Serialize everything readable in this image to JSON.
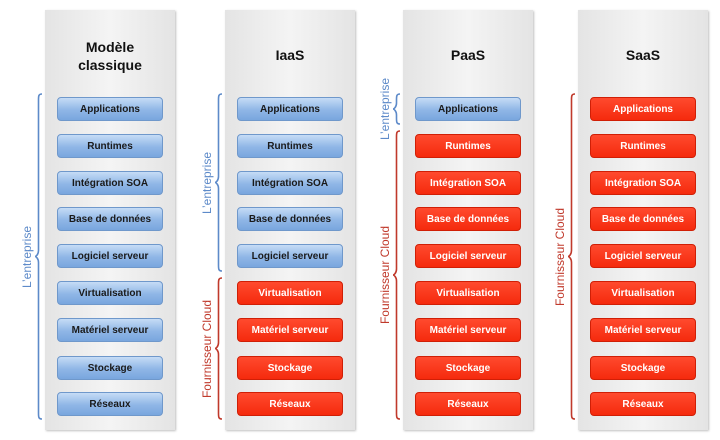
{
  "colors": {
    "enterprise": "#5d8ac9",
    "provider": "#c0392b",
    "blue_box": "#8fb6e6",
    "red_box": "#f52a0d"
  },
  "layers": [
    "Applications",
    "Runtimes",
    "Intégration SOA",
    "Base de données",
    "Logiciel serveur",
    "Virtualisation",
    "Matériel serveur",
    "Stockage",
    "Réseaux"
  ],
  "columns": [
    {
      "title_line1": "Modèle",
      "title_line2": "classique",
      "managed_by_enterprise": 9,
      "enterprise_label": "L’entreprise",
      "provider_label": ""
    },
    {
      "title_line1": "IaaS",
      "title_line2": "",
      "managed_by_enterprise": 5,
      "enterprise_label": "L’entreprise",
      "provider_label": "Fournisseur Cloud"
    },
    {
      "title_line1": "PaaS",
      "title_line2": "",
      "managed_by_enterprise": 1,
      "enterprise_label": "L’entreprise",
      "provider_label": "Fournisseur Cloud"
    },
    {
      "title_line1": "SaaS",
      "title_line2": "",
      "managed_by_enterprise": 0,
      "enterprise_label": "",
      "provider_label": "Fournisseur Cloud"
    }
  ]
}
